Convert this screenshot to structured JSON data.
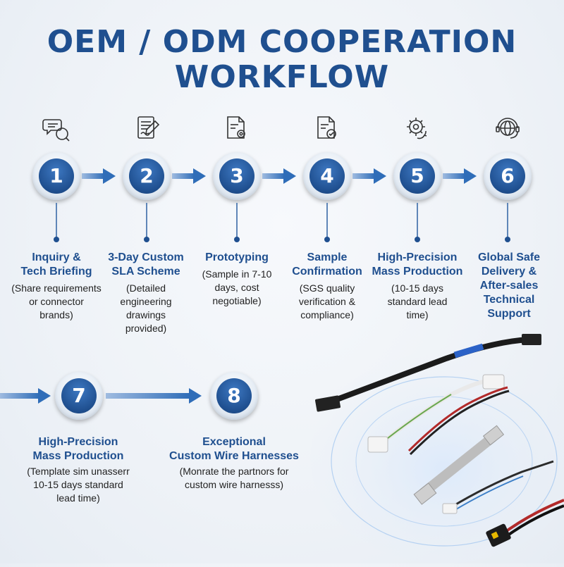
{
  "header": {
    "title_line1": "OEM / ODM COOPERATION",
    "title_line2": "WORKFLOW"
  },
  "colors": {
    "primary": "#1f4f8f",
    "accent": "#2f6db8",
    "text": "#222222"
  },
  "steps": [
    {
      "number": "1",
      "icon": "chat-bubbles-icon",
      "title": "Inquiry &\nTech Briefing",
      "description": "(Share requirements\nor connector\nbrands)"
    },
    {
      "number": "2",
      "icon": "document-pen-icon",
      "title": "3-Day Custom\nSLA Scheme",
      "description": "(Detailed\nengineering\ndrawings\nprovided)"
    },
    {
      "number": "3",
      "icon": "document-gear-icon",
      "title": "Prototyping",
      "description": "(Sample in 7-10\ndays, cost\nnegotiable)"
    },
    {
      "number": "4",
      "icon": "document-check-icon",
      "title": "Sample\nConfirmation",
      "description": "(SGS quality\nverification &\ncompliance)"
    },
    {
      "number": "5",
      "icon": "gear-cycle-icon",
      "title": "High-Precision\nMass Production",
      "description": "(10-15 days\nstandard lead\ntime)"
    },
    {
      "number": "6",
      "icon": "globe-headset-icon",
      "title": "Global Safe\nDelivery &\nAfter-sales\nTechnical\nSupport",
      "description": ""
    },
    {
      "number": "7",
      "icon": "",
      "title": "High-Precision\nMass Production",
      "description": "(Template sim unasserr\n10-15 days standard\nlead time)"
    },
    {
      "number": "8",
      "icon": "",
      "title": "Exceptional\nCustom Wire Harnesses",
      "description": "(Monrate the partnors for\ncustom wire harnesss)"
    }
  ]
}
